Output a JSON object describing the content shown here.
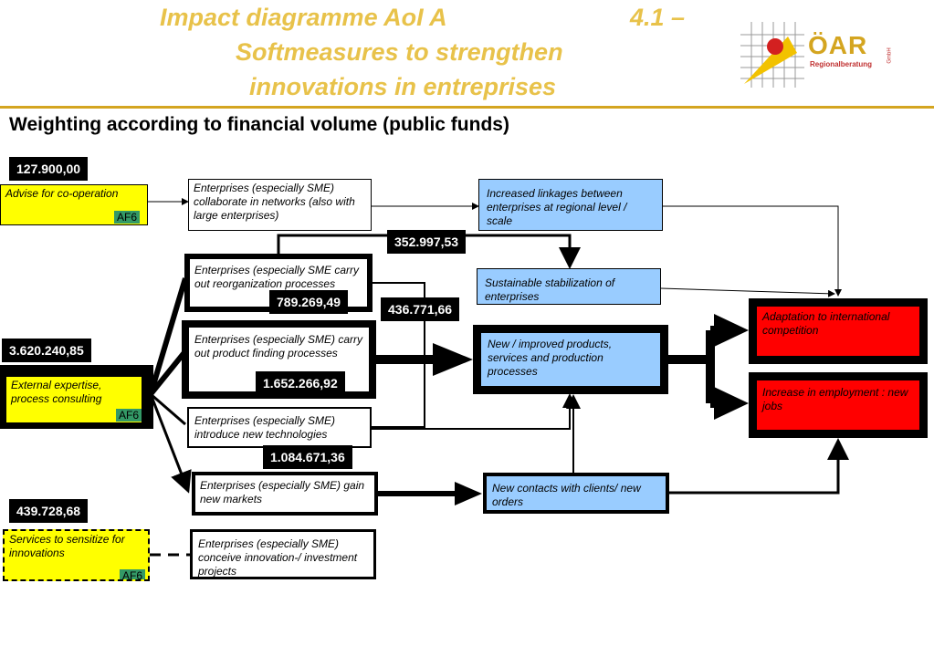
{
  "header": {
    "title_line1a": "Impact diagramme AoI A",
    "title_line1b": "4.1 –",
    "title_line2": "Softmeasures to strengthen",
    "title_line3": "innovations in entreprises",
    "logo_text": "ÖAR",
    "logo_sub": "Regionalberatung",
    "logo_gmbh": "GmbH"
  },
  "subtitle": "Weighting according to financial volume (public funds)",
  "inputs": [
    {
      "amount": "127.900,00",
      "label": "Advise for co-operation",
      "tag": "AF6"
    },
    {
      "amount": "3.620.240,85",
      "label": "External expertise, process consulting",
      "tag": "AF6"
    },
    {
      "amount": "439.728,68",
      "label": "Services to sensitize for innovations",
      "tag": "AF6"
    }
  ],
  "outputs": [
    "Enterprises (especially SME) collaborate in networks (also with large enterprises)",
    "Enterprises (especially SME carry out reorganization processes",
    "Enterprises (especially SME) carry out product finding processes",
    "Enterprises (especially SME) introduce new technologies",
    "Enterprises (especially SME) gain  new markets",
    "Enterprises (especially SME) conceive innovation-/ investment projects"
  ],
  "results": [
    "Increased linkages between enterprises at regional level / scale",
    "Sustainable stabilization of enterprises",
    "New / improved products, services and production processes",
    "New contacts with clients/ new orders"
  ],
  "impacts": [
    "Adaptation to international competition",
    "Increase in employment : new jobs"
  ],
  "amounts": {
    "a1": "352.997,53",
    "a2": "789.269,49",
    "a3": "436.771,66",
    "a4": "1.652.266,92",
    "a5": "1.084.671,36"
  },
  "colors": {
    "title": "#e8c24a",
    "rule": "#d4a520",
    "input_fill": "#ffff00",
    "result_fill": "#99ccff",
    "impact_fill": "#ff0000",
    "tag_fill": "#339966"
  }
}
